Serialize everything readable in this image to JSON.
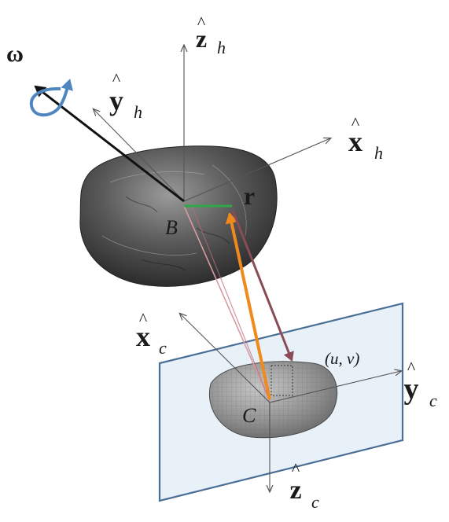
{
  "labels": {
    "omega": "ω",
    "zh": "z",
    "zh_sub": "h",
    "yh": "y",
    "yh_sub": "h",
    "xh": "x",
    "xh_sub": "h",
    "r": "r",
    "B": "B",
    "xc": "x",
    "xc_sub": "c",
    "yc": "y",
    "yc_sub": "c",
    "zc": "z",
    "zc_sub": "c",
    "C": "C",
    "uv": "(u, v)"
  },
  "colors": {
    "asteroid_dark": "#3a3a3a",
    "asteroid_light": "#8a8a8a",
    "image_plane_fill": "#e9f1f8",
    "image_plane_stroke": "#4a6f96",
    "orange_arrow": "#f08a1c",
    "brown_arrow": "#8a4a56",
    "pink_line": "#d89aa0",
    "green_vector": "#2fa84a",
    "rotation_arrow": "#4f86c0",
    "axis": "#666666"
  }
}
